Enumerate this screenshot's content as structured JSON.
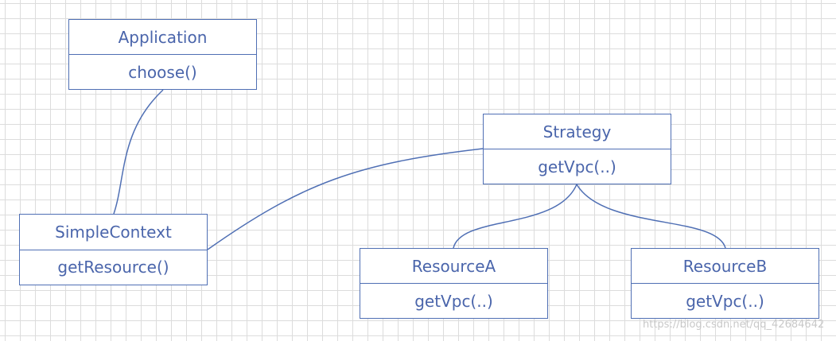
{
  "diagram": {
    "classes": [
      {
        "id": "application",
        "name": "Application",
        "method": "choose()"
      },
      {
        "id": "strategy",
        "name": "Strategy",
        "method": "getVpc(..)"
      },
      {
        "id": "simplecontext",
        "name": "SimpleContext",
        "method": "getResource()"
      },
      {
        "id": "resourcea",
        "name": "ResourceA",
        "method": "getVpc(..)"
      },
      {
        "id": "resourceb",
        "name": "ResourceB",
        "method": "getVpc(..)"
      }
    ],
    "connections": [
      {
        "from": "application",
        "to": "simplecontext"
      },
      {
        "from": "simplecontext",
        "to": "strategy"
      },
      {
        "from": "strategy",
        "to": "resourcea"
      },
      {
        "from": "strategy",
        "to": "resourceb"
      }
    ],
    "line_color": "#4f6fb4",
    "text_color": "#4a65ab"
  },
  "watermark": "https://blog.csdn.net/qq_42684642"
}
